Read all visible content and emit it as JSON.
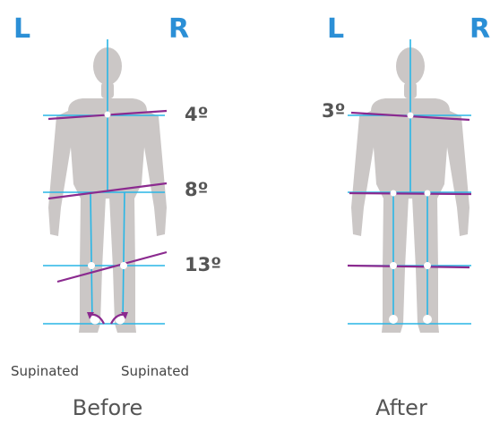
{
  "before": {
    "left_label": "L",
    "right_label": "R",
    "shoulder_angle": "4º",
    "hip_angle": "8º",
    "knee_angle": "13º",
    "left_foot_label": "Supinated",
    "right_foot_label": "Supinated",
    "caption": "Before"
  },
  "after": {
    "left_label": "L",
    "right_label": "R",
    "shoulder_angle": "3º",
    "caption": "After"
  },
  "colors": {
    "side_labels": "#2b8fd6",
    "guide_lines": "#29b6e6",
    "tilt_lines": "#8b2a8f",
    "body": "#cbc7c6"
  }
}
